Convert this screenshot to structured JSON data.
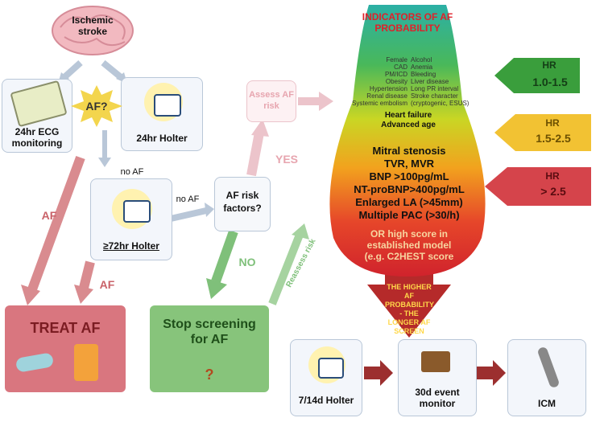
{
  "brain": {
    "label": "Ischemic stroke"
  },
  "ecg24": {
    "label": "24hr ECG monitoring"
  },
  "holter24": {
    "label": "24hr Holter"
  },
  "af_question": {
    "label": "AF?"
  },
  "no_af_1": "no AF",
  "holter72": {
    "label": "≥72hr Holter"
  },
  "no_af_2": "no AF",
  "risk_factors": {
    "label": "AF risk factors?"
  },
  "assess": {
    "label": "Assess AF risk"
  },
  "yes_label": "YES",
  "no_label": "NO",
  "af_label_1": "AF",
  "af_label_2": "AF",
  "reassess": "Reassess risk",
  "treat": {
    "label": "TREAT AF"
  },
  "stop": {
    "label": "Stop screening for AF",
    "q": "?"
  },
  "indicators": {
    "title": "INDICATORS OF AF PROBABILITY",
    "left_list": [
      "Female",
      "CAD",
      "PM/ICD",
      "Obesity",
      "Hypertension",
      "Renal disease",
      "Systemic embolism"
    ],
    "right_list": [
      "Alcohol",
      "Anemia",
      "Bleeding",
      "Liver disease",
      "Long PR interval",
      "Stroke character",
      "(cryptogenic, ESUS)"
    ],
    "mid": [
      "Heart failure",
      "Advanced age"
    ],
    "high": [
      "Mitral stenosis",
      "TVR, MVR",
      "BNP >100pg/mL",
      "NT-proBNP>400pg/mL",
      "Enlarged LA (>45mm)",
      "Multiple PAC (>30/h)"
    ],
    "score": [
      "OR high score in",
      "established model",
      "(e.g. C2HEST score"
    ]
  },
  "hr": [
    {
      "label": "HR",
      "range": "1.0-1.5",
      "color": "#3a9e3c"
    },
    {
      "label": "HR",
      "range": "1.5-2.5",
      "color": "#f2c233"
    },
    {
      "label": "HR",
      "range": "> 2.5",
      "color": "#d5444b"
    }
  ],
  "higher": {
    "label": "THE HIGHER AF PROBABILITY - THE LONGER AF SCREEN"
  },
  "holter714": {
    "label": "7/14d Holter"
  },
  "event30": {
    "label": "30d event monitor"
  },
  "icm": {
    "label": "ICM"
  }
}
